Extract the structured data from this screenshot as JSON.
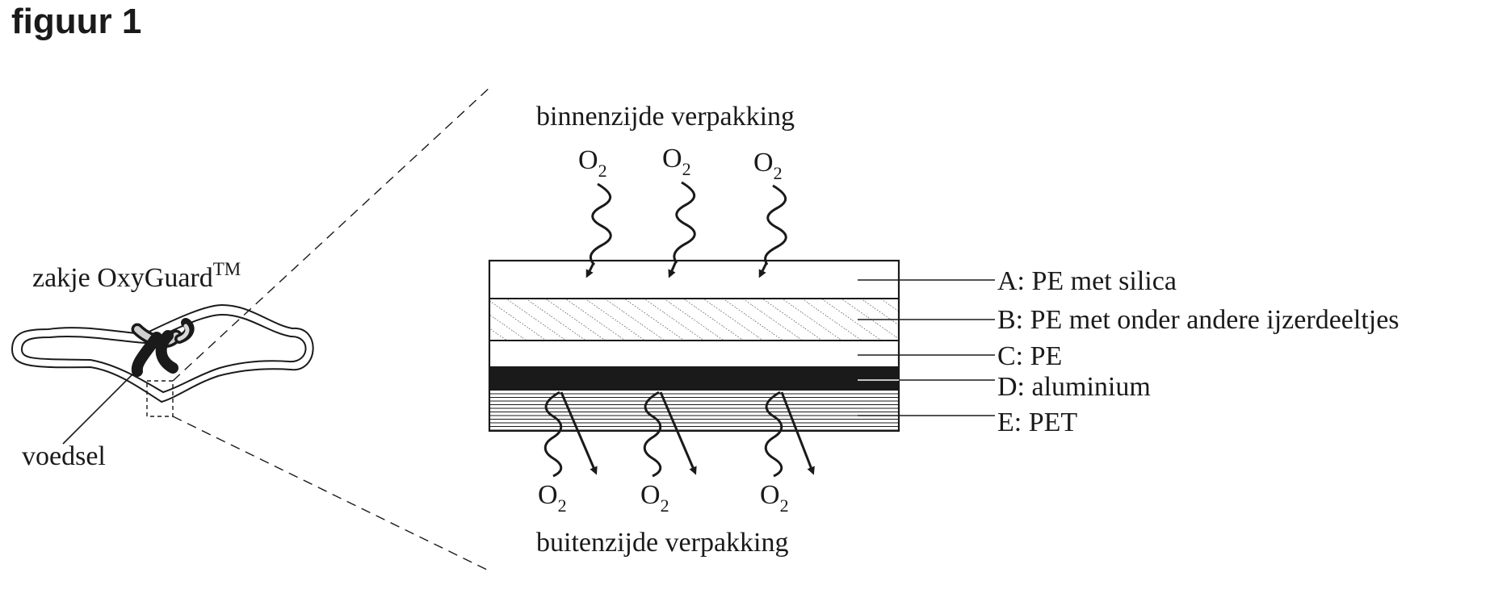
{
  "figure_title": "figuur 1",
  "pouch": {
    "label": "zakje OxyGuard",
    "label_superscript": "TM",
    "food_label": "voedsel"
  },
  "cross_section": {
    "inside_label": "binnenzijde verpakking",
    "outside_label": "buitenzijde verpakking",
    "oxygen_symbol": "O",
    "oxygen_subscript": "2",
    "layers": [
      {
        "id": "A",
        "label": "A: PE met silica",
        "pattern": "blank"
      },
      {
        "id": "B",
        "label": "B: PE met onder andere ijzerdeeltjes",
        "pattern": "dotted-diagonal"
      },
      {
        "id": "C",
        "label": "C: PE",
        "pattern": "blank"
      },
      {
        "id": "D",
        "label": "D: aluminium",
        "pattern": "solid-black"
      },
      {
        "id": "E",
        "label": "E: PET",
        "pattern": "horizontal-lines"
      }
    ]
  },
  "colors": {
    "ink": "#1a1a1a",
    "background": "#ffffff"
  }
}
